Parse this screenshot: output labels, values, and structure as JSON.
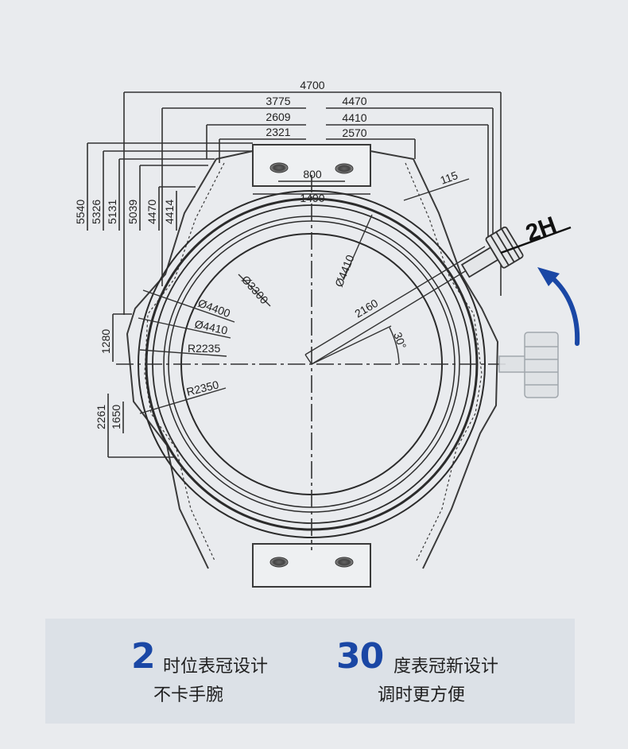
{
  "drawing": {
    "dims_horizontal": {
      "total_width": "4700",
      "left_3775": "3775",
      "right_4470": "4470",
      "left_2609": "2609",
      "right_4410": "4410",
      "left_2321": "2321",
      "right_2570": "2570",
      "lug_width": "800",
      "lug_span": "1490"
    },
    "dims_vertical": [
      "5540",
      "5326",
      "5131",
      "5039",
      "4470",
      "4414"
    ],
    "dims_left_side": {
      "d1280": "1280",
      "d2261": "2261",
      "d1650": "1650"
    },
    "dims_inner": {
      "d4400": "Ø4400",
      "d3300": "Ø3300",
      "d4410": "Ø4410",
      "r2235": "R2235",
      "r2350": "R2350",
      "d4410_diag": "Ø4410",
      "d115": "115",
      "d2160": "2160",
      "angle": "30°"
    },
    "crown_label": "2H"
  },
  "features": [
    {
      "number": "2",
      "line1": "时位表冠设计",
      "line2": "不卡手腕"
    },
    {
      "number": "30",
      "line1": "度表冠新设计",
      "line2": "调时更方便"
    }
  ],
  "colors": {
    "accent": "#1a47a5",
    "band": "#dce1e7",
    "background": "#e9ebee"
  }
}
